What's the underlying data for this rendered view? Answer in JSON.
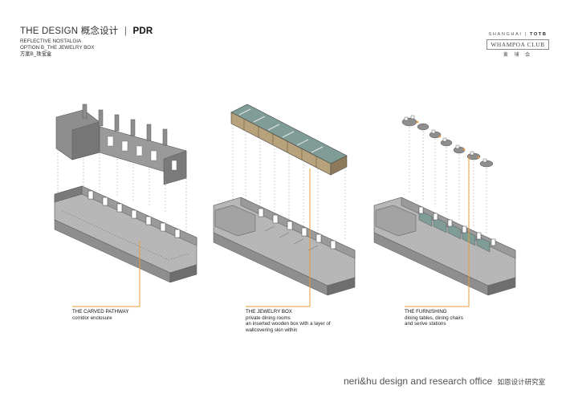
{
  "header": {
    "title": "THE DESIGN",
    "title_cn": "概念设计",
    "separator": "|",
    "code": "PDR",
    "line1": "REFLECTIVE NOSTALGIA",
    "line2": "OPTION B_THE JEWELRY BOX",
    "line3": "方案B_珠宝盒"
  },
  "logo": {
    "city": "SHANGHAI",
    "divider": "|",
    "brand": "TOTB",
    "club": "WHAMPOA CLUB",
    "club_cn": "黄 埔 会"
  },
  "captions": [
    {
      "title": "THE CARVED PATHWAY",
      "lines": [
        "corridor enclosure"
      ]
    },
    {
      "title": "THE JEWELRY BOX",
      "lines": [
        "private dining rooms",
        "an inserted wooden box with a layer of",
        "wallcovering skin within"
      ]
    },
    {
      "title": "THE FURNISHING",
      "lines": [
        "dining tables, dining chairs",
        "and serive stations"
      ]
    }
  ],
  "footer": {
    "brand": "neri&hu",
    "text": "design and research office",
    "text_cn": "如恩设计研究室"
  },
  "colors": {
    "accent": "#E89A3C",
    "shell": "#8E8E8E",
    "shell_dark": "#6E6E6E",
    "floor": "#B9B9B9",
    "wood": "#B8A27C",
    "glass": "#7F9C96"
  }
}
